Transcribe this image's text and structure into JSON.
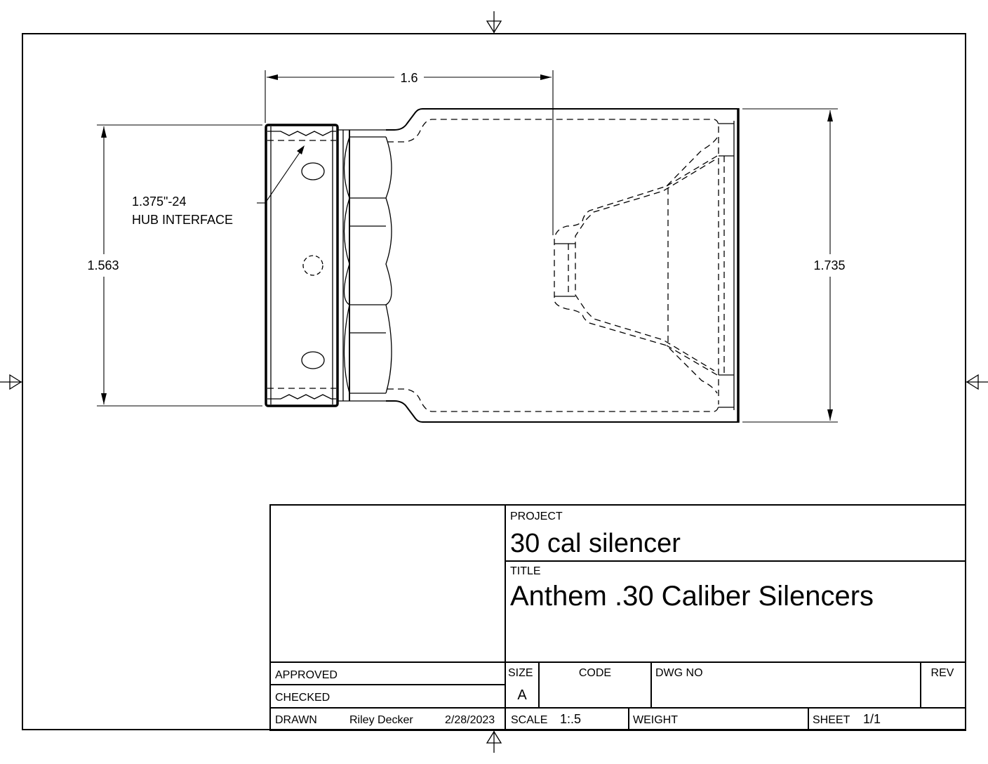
{
  "dimensions": {
    "length": "1.6",
    "hub_diameter": "1.563",
    "body_diameter": "1.735"
  },
  "callout": {
    "line1": "1.375\"-24",
    "line2": "HUB INTERFACE"
  },
  "title_block": {
    "project_label": "PROJECT",
    "project_value": "30 cal silencer",
    "title_label": "TITLE",
    "title_value": "Anthem .30 Caliber Silencers",
    "approved_label": "APPROVED",
    "checked_label": "CHECKED",
    "drawn_label": "DRAWN",
    "drawn_by": "Riley Decker",
    "drawn_date": "2/28/2023",
    "size_label": "SIZE",
    "size_value": "A",
    "code_label": "CODE",
    "dwg_no_label": "DWG NO",
    "rev_label": "REV",
    "scale_label": "SCALE",
    "scale_value": "1:.5",
    "weight_label": "WEIGHT",
    "sheet_label": "SHEET",
    "sheet_value": "1/1"
  }
}
